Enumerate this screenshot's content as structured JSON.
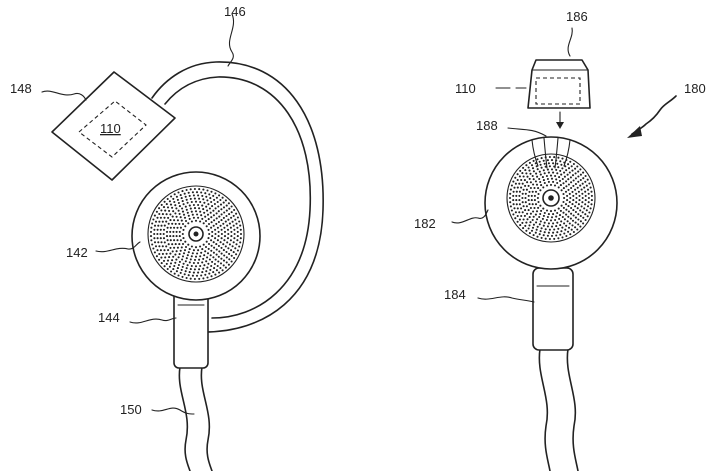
{
  "figure": {
    "left_earphone": {
      "labels": {
        "cord_hook": "146",
        "module": "148",
        "module_inner": "110",
        "speaker": "142",
        "stem": "144",
        "cable": "150"
      }
    },
    "right_earphone": {
      "labels": {
        "cap": "186",
        "cap_inner": "110",
        "assembly": "180",
        "contacts": "188",
        "speaker": "182",
        "stem": "184"
      }
    },
    "colors": {
      "line": "#222222",
      "background": "#ffffff"
    }
  }
}
